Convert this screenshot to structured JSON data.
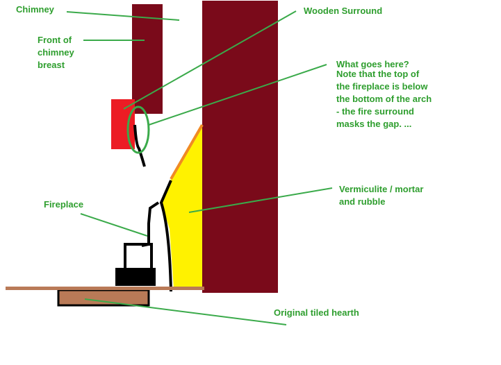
{
  "colors": {
    "label_text": "#2e9e2e",
    "leader_line": "#3aaa4a",
    "brick": "#7a0a1a",
    "red_block": "#ec1c24",
    "vermiculite": "#fff200",
    "orange_edge": "#f08a24",
    "hearth_board": "#b97a57",
    "black_outline": "#000000"
  },
  "labels": {
    "chimney": "Chimney",
    "front_of_chimney_breast": "Front of\nchimney\nbreast",
    "wooden_surround": "Wooden Surround",
    "what_goes_here": "What goes here?",
    "note": "Note that the top of\nthe fireplace is below\nthe bottom of the arch\n- the fire surround\nmasks the gap. ...",
    "fireplace": "Fireplace",
    "vermiculite": "Vermiculite / mortar\n and rubble",
    "original_tiled_hearth": "Original tiled hearth"
  }
}
